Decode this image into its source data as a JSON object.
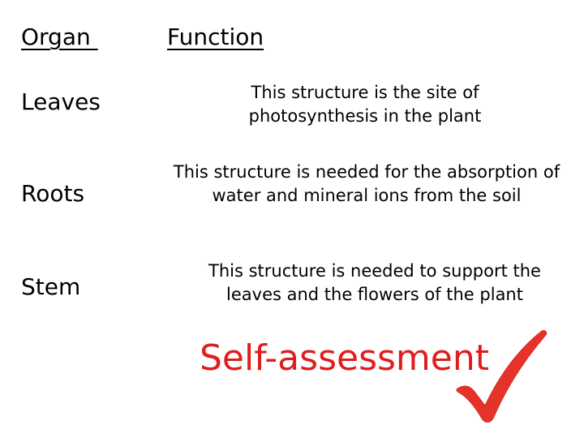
{
  "headers": {
    "organ": "Organ ",
    "function": "Function"
  },
  "rows": [
    {
      "organ": "Leaves",
      "function": "This structure is the site of photosynthesis in the plant"
    },
    {
      "organ": "Roots",
      "function": "This structure is needed for the absorption of water and mineral ions from the soil"
    },
    {
      "organ": "Stem",
      "function": "This structure is needed to support the leaves and the flowers of the plant"
    }
  ],
  "self_assessment": {
    "label": "Self-assessment",
    "color": "#e11c1c",
    "icon": "tick-icon"
  }
}
